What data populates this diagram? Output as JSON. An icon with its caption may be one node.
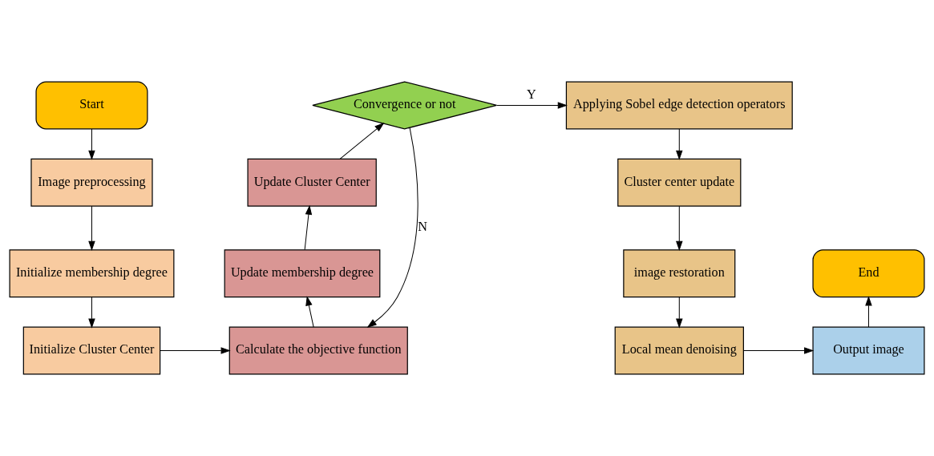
{
  "diagram": {
    "nodes": [
      {
        "text": [
          "Start"
        ]
      },
      {
        "text": [
          "Image preprocessing"
        ]
      },
      {
        "text": [
          "Initialize membership degree"
        ]
      },
      {
        "text": [
          "Initialize Cluster Center"
        ]
      },
      {
        "text": [
          "Calculate the objective function"
        ]
      },
      {
        "text": [
          "Update membership degree"
        ]
      },
      {
        "text": [
          "Update Cluster Center"
        ]
      },
      {
        "text": [
          "Convergence or not"
        ]
      },
      {
        "text": [
          "Applying Sobel edge detection operators"
        ]
      },
      {
        "text": [
          "Cluster center update"
        ]
      },
      {
        "text": [
          "image restoration"
        ]
      },
      {
        "text": [
          "Local mean denoising"
        ]
      },
      {
        "text": [
          "Output image"
        ]
      },
      {
        "text": [
          "End"
        ]
      }
    ],
    "edges": [
      {
        "from": 0,
        "to": 1,
        "arrow": "to"
      },
      {
        "from": 1,
        "to": 2,
        "arrow": "to"
      },
      {
        "from": 2,
        "to": 3,
        "arrow": "to"
      },
      {
        "from": 3,
        "to": 4,
        "arrow": "to"
      },
      {
        "from": 4,
        "to": 5,
        "arrow": "to"
      },
      {
        "from": 5,
        "to": 6,
        "arrow": "to"
      },
      {
        "from": 6,
        "to": 7,
        "arrow": "to"
      },
      {
        "from": 7,
        "to": 8,
        "label": "Y",
        "arrow": "to"
      },
      {
        "from": 8,
        "to": 9,
        "arrow": "to"
      },
      {
        "from": 9,
        "to": 10,
        "arrow": "to"
      },
      {
        "from": 10,
        "to": 11,
        "arrow": "to"
      },
      {
        "from": 11,
        "to": 12,
        "arrow": "to"
      },
      {
        "from": 12,
        "to": 13,
        "arrow": "to"
      },
      {
        "from": 7,
        "to": 4,
        "label": "N",
        "arrow": "to"
      }
    ]
  }
}
